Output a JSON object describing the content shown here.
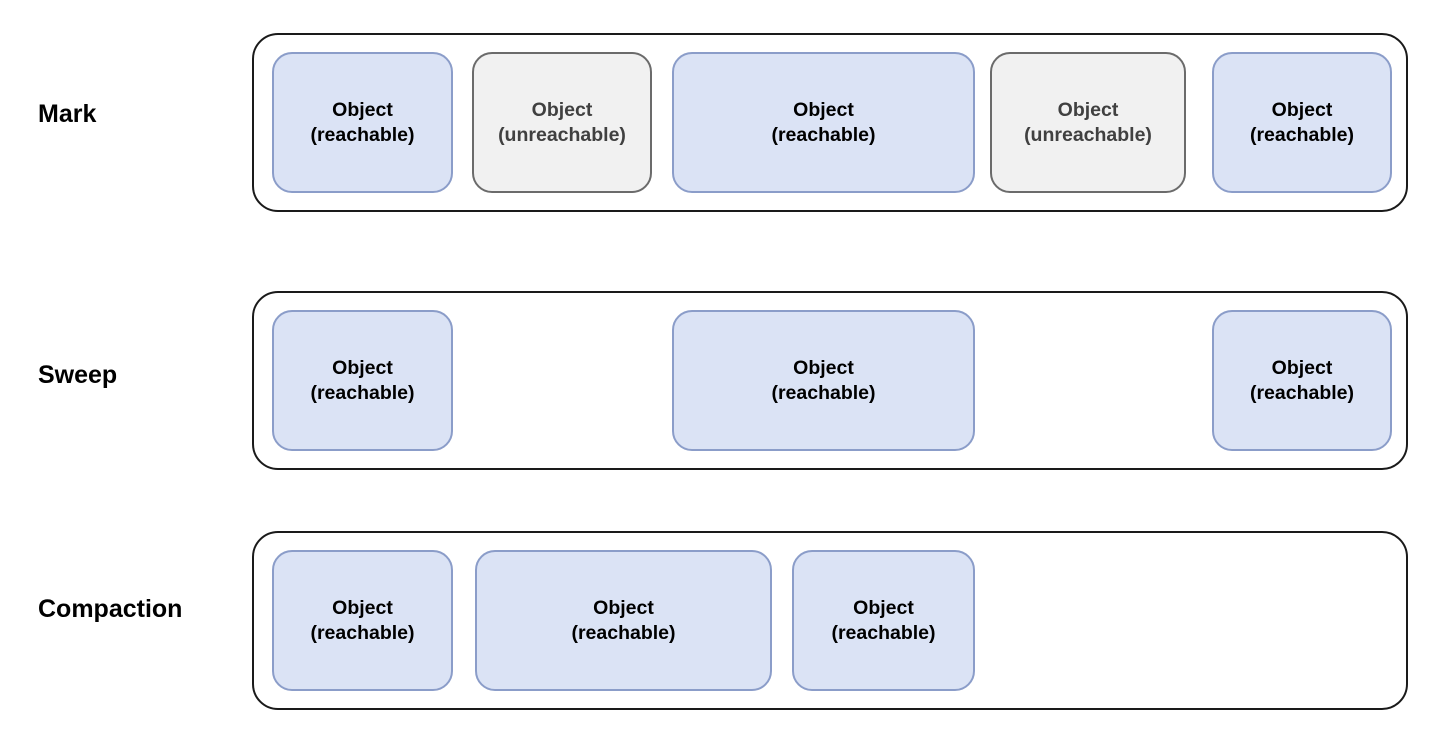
{
  "diagram_type": "garbage-collection-phases",
  "colors": {
    "container_border": "#1a1a1a",
    "reachable_fill": "#dbe3f5",
    "reachable_border": "#8b9dc9",
    "reachable_text": "#000000",
    "unreachable_fill": "#f1f1f1",
    "unreachable_border": "#6b6b6b",
    "unreachable_text": "#404040"
  },
  "rows": [
    {
      "label": "Mark",
      "boxes": [
        {
          "kind": "reachable",
          "name": "Object",
          "state": "(reachable)"
        },
        {
          "kind": "unreachable",
          "name": "Object",
          "state": "(unreachable)"
        },
        {
          "kind": "reachable",
          "name": "Object",
          "state": "(reachable)"
        },
        {
          "kind": "unreachable",
          "name": "Object",
          "state": "(unreachable)"
        },
        {
          "kind": "reachable",
          "name": "Object",
          "state": "(reachable)"
        }
      ]
    },
    {
      "label": "Sweep",
      "boxes": [
        {
          "kind": "reachable",
          "name": "Object",
          "state": "(reachable)"
        },
        {
          "kind": "reachable",
          "name": "Object",
          "state": "(reachable)"
        },
        {
          "kind": "reachable",
          "name": "Object",
          "state": "(reachable)"
        }
      ]
    },
    {
      "label": "Compaction",
      "boxes": [
        {
          "kind": "reachable",
          "name": "Object",
          "state": "(reachable)"
        },
        {
          "kind": "reachable",
          "name": "Object",
          "state": "(reachable)"
        },
        {
          "kind": "reachable",
          "name": "Object",
          "state": "(reachable)"
        }
      ]
    }
  ]
}
